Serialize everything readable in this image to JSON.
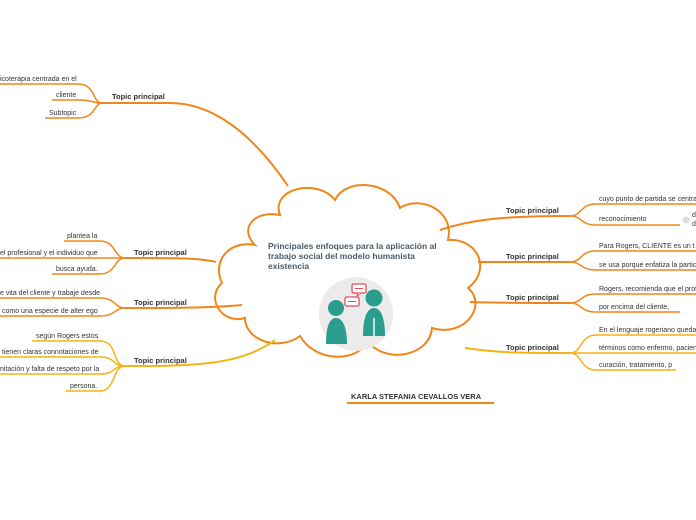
{
  "central": {
    "title": "Principales enfoques para la aplicación al trabajo social del modelo humanista existencia"
  },
  "author": "KARLA STEFANIA CEVALLOS VERA",
  "colors": {
    "branch_orange": "#f0861a",
    "branch_yellow": "#f5b315",
    "cloud_stroke": "#f0861a",
    "figure_teal": "#2a9d8f",
    "bubble_red": "#e74c5a"
  },
  "left_topics": [
    {
      "label": "Topic principal",
      "items": [
        "icoterapia centrada en el",
        "cliente",
        "Subtopic"
      ]
    },
    {
      "label": "Topic principal",
      "items": [
        "plantea la",
        "el profesional y el individuo que",
        "busca ayuda."
      ]
    },
    {
      "label": "Topic principal",
      "items": [
        "e vita del cliente y trabaje desde",
        "como una especie de alter ego"
      ]
    },
    {
      "label": "Topic principal",
      "items": [
        "según Rogers estos",
        "tienen claras connotaciones de",
        "nitación y falta de respeto por la",
        "persona."
      ]
    }
  ],
  "right_topics": [
    {
      "label": "Topic principal",
      "items": [
        "cuyo punto de partida se centra",
        "reconocimiento"
      ],
      "sub": [
        "d",
        "d"
      ]
    },
    {
      "label": "Topic principal",
      "items": [
        "Para Rogers, CLIENTE es un t",
        "se usa porque enfatiza la partic"
      ]
    },
    {
      "label": "Topic principal",
      "items": [
        "Rogers, recomienda que el prof",
        "por encima del cliente,"
      ]
    },
    {
      "label": "Topic principal",
      "items": [
        "En el lenguaje rogeriano queda",
        "términos como enfermo, pacien",
        "curación, tratamiento, p"
      ]
    }
  ]
}
